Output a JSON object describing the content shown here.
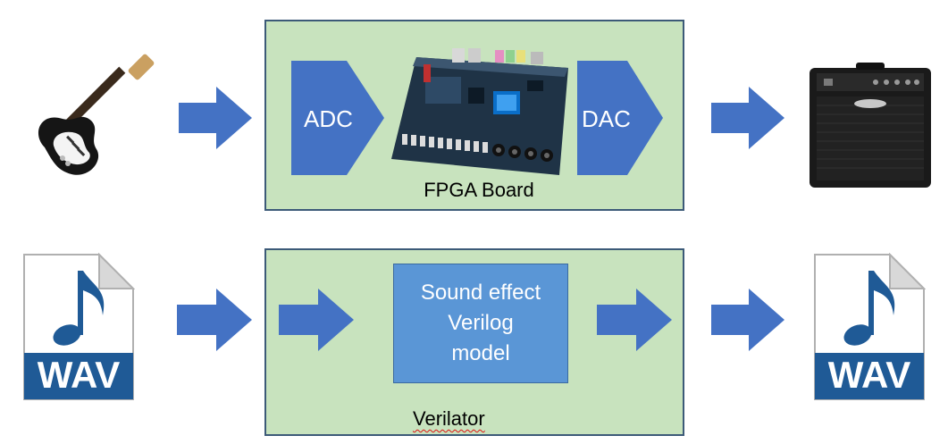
{
  "top_row": {
    "board_label": "FPGA Board",
    "adc_label": "ADC",
    "dac_label": "DAC",
    "input_icon": "electric-guitar-icon",
    "output_icon": "guitar-amplifier-icon",
    "board_icon": "fpga-board-icon"
  },
  "bottom_row": {
    "sim_label": "Verilator",
    "model_lines": [
      "Sound effect",
      "Verilog",
      "model"
    ],
    "input_file_label": "WAV",
    "output_file_label": "WAV",
    "file_icon": "wav-file-icon"
  },
  "colors": {
    "arrow": "#4472c4",
    "container_fill": "#c8e3be",
    "container_border": "#3c5a78",
    "model_fill": "#5a96d6",
    "wav_blue": "#1f5a96"
  }
}
